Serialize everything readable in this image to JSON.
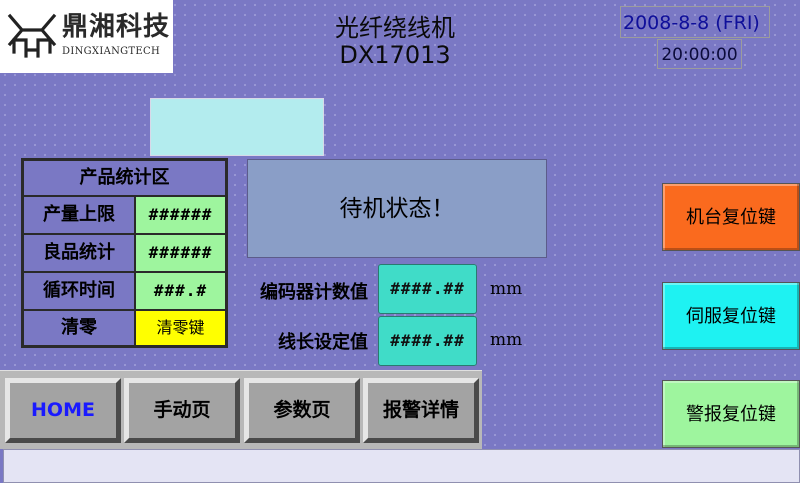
{
  "header": {
    "logo": {
      "name_cn": "鼎湘科技",
      "name_en": "DINGXIANGTECH"
    },
    "title_line1": "光纤绕线机",
    "title_line2": "DX17013",
    "date": "2008-8-8 (FRI)",
    "time": "20:00:00"
  },
  "stats": {
    "heading": "产品统计区",
    "rows": [
      {
        "label": "产量上限",
        "value": "######"
      },
      {
        "label": "良品统计",
        "value": "######"
      },
      {
        "label": "循环时间",
        "value": "###.#"
      }
    ],
    "clear_label": "清零",
    "clear_button": "清零键"
  },
  "status_text": "待机状态！",
  "encoder": {
    "label": "编码器计数值",
    "value": "####.##",
    "unit": "mm"
  },
  "wire_length": {
    "label": "线长设定值",
    "value": "####.##",
    "unit": "mm"
  },
  "right_buttons": {
    "machine_reset": "机台复位键",
    "servo_reset": "伺服复位键",
    "alarm_reset": "警报复位键"
  },
  "nav": {
    "home": "HOME",
    "manual": "手动页",
    "params": "参数页",
    "alarm_detail": "报警详情"
  },
  "colors": {
    "background": "#7a78c4",
    "machine_reset": "#fa6a1e",
    "servo_reset": "#1ef2f2",
    "alarm_reset": "#9ef59e",
    "clear_button": "#ffff00",
    "home_text": "#1a1aff"
  }
}
